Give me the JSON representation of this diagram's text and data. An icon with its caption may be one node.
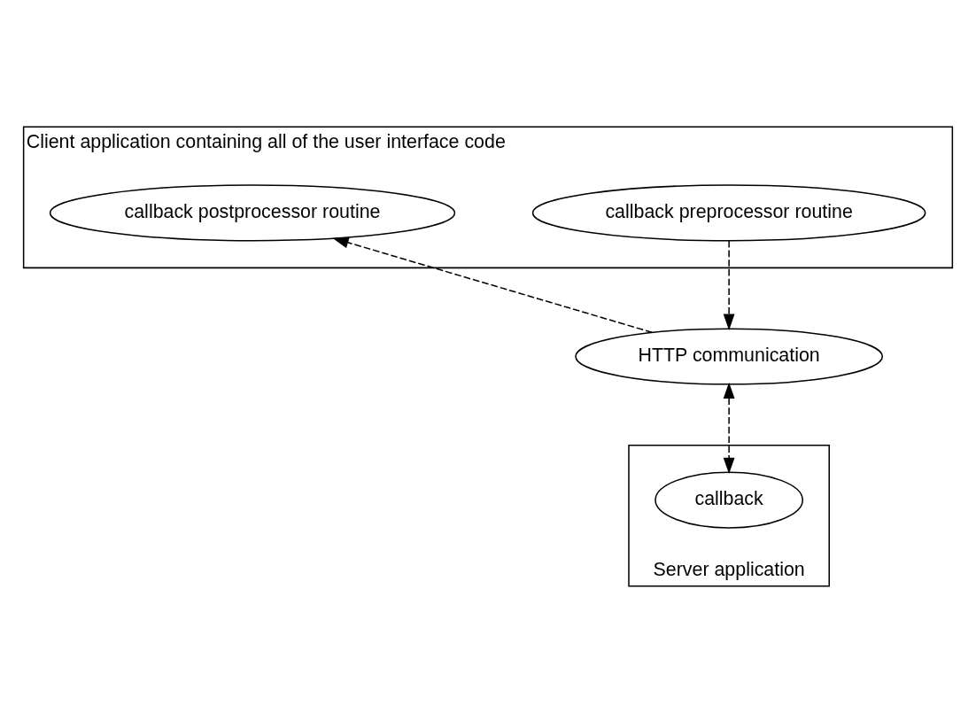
{
  "diagram": {
    "nodes": [
      {
        "text": [
          "Client application containing all of the user interface code"
        ]
      },
      {
        "text": [
          "callback preprocessor routine"
        ],
        "in": 0
      },
      {
        "text": [
          "callback postprocessor routine"
        ],
        "in": 0
      },
      {
        "text": [
          "HTTP communication"
        ]
      },
      {
        "text": [
          "Server application"
        ]
      },
      {
        "text": [
          "callback"
        ],
        "in": 4
      }
    ],
    "edges": [
      {
        "from": 1,
        "to": 3,
        "arrow": "to",
        "style": "dashed"
      },
      {
        "from": 3,
        "to": 2,
        "arrow": "to",
        "style": "dashed"
      },
      {
        "from": 3,
        "to": 5,
        "arrow": "both",
        "style": "dashed"
      }
    ]
  }
}
